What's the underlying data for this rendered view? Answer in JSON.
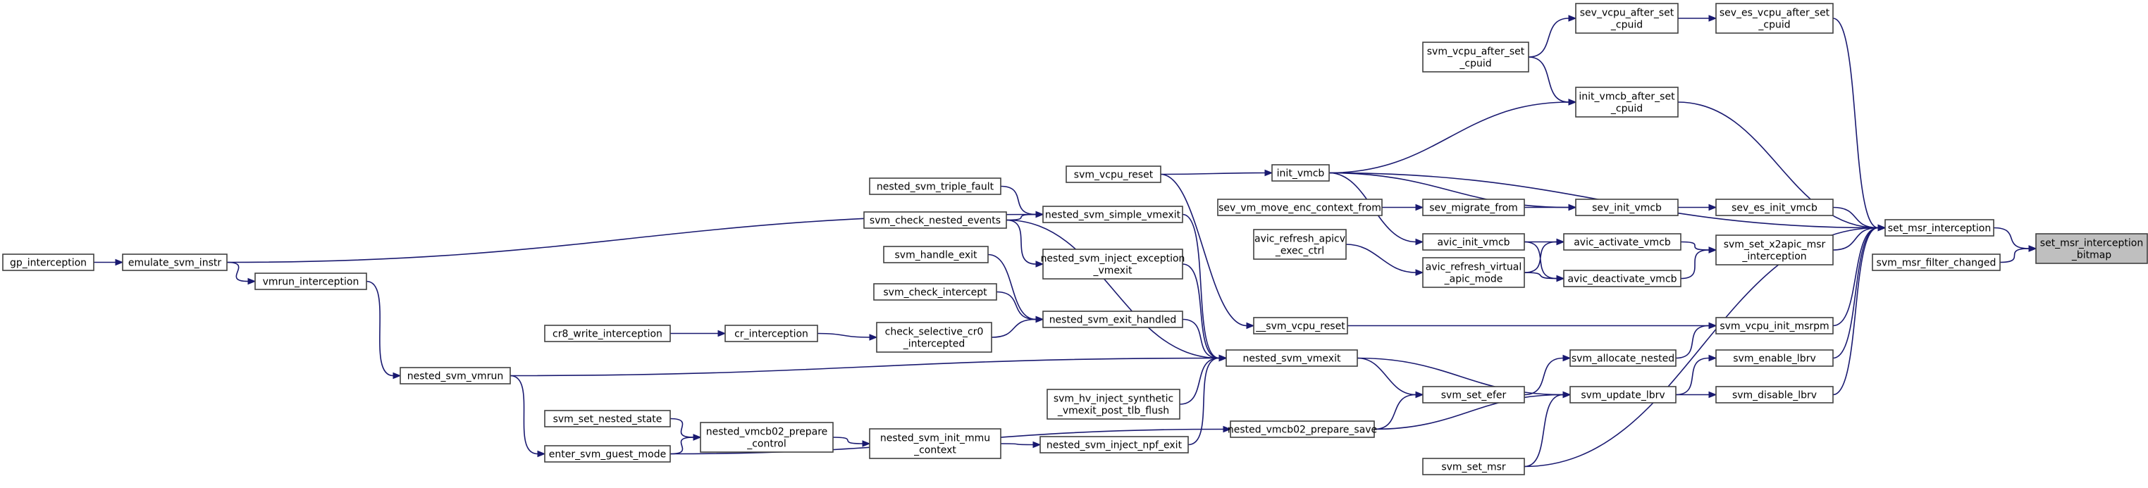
{
  "graph": {
    "root": "set_msr_interception_bitmap",
    "colors": {
      "edge": "#191970",
      "node_border": "#404040",
      "root_fill": "#bfbfbf",
      "node_fill": "#ffffff"
    },
    "nodes": [
      {
        "id": "set_msr_interception_bitmap",
        "lines": [
          "set_msr_interception",
          "_bitmap"
        ]
      },
      {
        "id": "set_msr_interception",
        "lines": [
          "set_msr_interception"
        ]
      },
      {
        "id": "svm_msr_filter_changed",
        "lines": [
          "svm_msr_filter_changed"
        ]
      },
      {
        "id": "sev_es_vcpu_after_set_cpuid",
        "lines": [
          "sev_es_vcpu_after_set",
          "_cpuid"
        ]
      },
      {
        "id": "sev_vcpu_after_set_cpuid",
        "lines": [
          "sev_vcpu_after_set",
          "_cpuid"
        ]
      },
      {
        "id": "svm_vcpu_after_set_cpuid",
        "lines": [
          "svm_vcpu_after_set",
          "_cpuid"
        ]
      },
      {
        "id": "init_vmcb_after_set_cpuid",
        "lines": [
          "init_vmcb_after_set",
          "_cpuid"
        ]
      },
      {
        "id": "svm_vcpu_reset",
        "lines": [
          "svm_vcpu_reset"
        ]
      },
      {
        "id": "init_vmcb",
        "lines": [
          "init_vmcb"
        ]
      },
      {
        "id": "sev_vm_move_enc_context_from",
        "lines": [
          "sev_vm_move_enc_context_from"
        ]
      },
      {
        "id": "sev_migrate_from",
        "lines": [
          "sev_migrate_from"
        ]
      },
      {
        "id": "sev_init_vmcb",
        "lines": [
          "sev_init_vmcb"
        ]
      },
      {
        "id": "sev_es_init_vmcb",
        "lines": [
          "sev_es_init_vmcb"
        ]
      },
      {
        "id": "avic_init_vmcb",
        "lines": [
          "avic_init_vmcb"
        ]
      },
      {
        "id": "avic_activate_vmcb",
        "lines": [
          "avic_activate_vmcb"
        ]
      },
      {
        "id": "avic_deactivate_vmcb",
        "lines": [
          "avic_deactivate_vmcb"
        ]
      },
      {
        "id": "svm_set_x2apic_msr_interception",
        "lines": [
          "svm_set_x2apic_msr",
          "_interception"
        ]
      },
      {
        "id": "avic_refresh_apicv_exec_ctrl",
        "lines": [
          "avic_refresh_apicv",
          "_exec_ctrl"
        ]
      },
      {
        "id": "avic_refresh_virtual_apic_mode",
        "lines": [
          "avic_refresh_virtual",
          "_apic_mode"
        ]
      },
      {
        "id": "__svm_vcpu_reset",
        "lines": [
          "__svm_vcpu_reset"
        ]
      },
      {
        "id": "svm_vcpu_init_msrpm",
        "lines": [
          "svm_vcpu_init_msrpm"
        ]
      },
      {
        "id": "svm_allocate_nested",
        "lines": [
          "svm_allocate_nested"
        ]
      },
      {
        "id": "svm_enable_lbrv",
        "lines": [
          "svm_enable_lbrv"
        ]
      },
      {
        "id": "svm_disable_lbrv",
        "lines": [
          "svm_disable_lbrv"
        ]
      },
      {
        "id": "svm_update_lbrv",
        "lines": [
          "svm_update_lbrv"
        ]
      },
      {
        "id": "svm_set_efer",
        "lines": [
          "svm_set_efer"
        ]
      },
      {
        "id": "nested_vmcb02_prepare_save",
        "lines": [
          "nested_vmcb02_prepare_save"
        ]
      },
      {
        "id": "svm_set_msr",
        "lines": [
          "svm_set_msr"
        ]
      },
      {
        "id": "nested_svm_vmexit",
        "lines": [
          "nested_svm_vmexit"
        ]
      },
      {
        "id": "nested_svm_simple_vmexit",
        "lines": [
          "nested_svm_simple_vmexit"
        ]
      },
      {
        "id": "nested_svm_triple_fault",
        "lines": [
          "nested_svm_triple_fault"
        ]
      },
      {
        "id": "svm_check_nested_events",
        "lines": [
          "svm_check_nested_events"
        ]
      },
      {
        "id": "nested_svm_inject_exception_vmexit",
        "lines": [
          "nested_svm_inject_exception",
          "_vmexit"
        ]
      },
      {
        "id": "svm_handle_exit",
        "lines": [
          "svm_handle_exit"
        ]
      },
      {
        "id": "svm_check_intercept",
        "lines": [
          "svm_check_intercept"
        ]
      },
      {
        "id": "nested_svm_exit_handled",
        "lines": [
          "nested_svm_exit_handled"
        ]
      },
      {
        "id": "check_selective_cr0_intercepted",
        "lines": [
          "check_selective_cr0",
          "_intercepted"
        ]
      },
      {
        "id": "cr_interception",
        "lines": [
          "cr_interception"
        ]
      },
      {
        "id": "cr8_write_interception",
        "lines": [
          "cr8_write_interception"
        ]
      },
      {
        "id": "svm_hv_inject_synthetic_vmexit_post_tlb_flush",
        "lines": [
          "svm_hv_inject_synthetic",
          "_vmexit_post_tlb_flush"
        ]
      },
      {
        "id": "nested_svm_inject_npf_exit",
        "lines": [
          "nested_svm_inject_npf_exit"
        ]
      },
      {
        "id": "nested_svm_init_mmu_context",
        "lines": [
          "nested_svm_init_mmu",
          "_context"
        ]
      },
      {
        "id": "nested_vmcb02_prepare_control",
        "lines": [
          "nested_vmcb02_prepare",
          "_control"
        ]
      },
      {
        "id": "svm_set_nested_state",
        "lines": [
          "svm_set_nested_state"
        ]
      },
      {
        "id": "enter_svm_guest_mode",
        "lines": [
          "enter_svm_guest_mode"
        ]
      },
      {
        "id": "nested_svm_vmrun",
        "lines": [
          "nested_svm_vmrun"
        ]
      },
      {
        "id": "vmrun_interception",
        "lines": [
          "vmrun_interception"
        ]
      },
      {
        "id": "emulate_svm_instr",
        "lines": [
          "emulate_svm_instr"
        ]
      },
      {
        "id": "gp_interception",
        "lines": [
          "gp_interception"
        ]
      }
    ],
    "edges": [
      {
        "from": "set_msr_interception",
        "to": "set_msr_interception_bitmap"
      },
      {
        "from": "svm_msr_filter_changed",
        "to": "set_msr_interception_bitmap"
      },
      {
        "from": "sev_es_vcpu_after_set_cpuid",
        "to": "set_msr_interception"
      },
      {
        "from": "init_vmcb_after_set_cpuid",
        "to": "set_msr_interception"
      },
      {
        "from": "init_vmcb",
        "to": "set_msr_interception"
      },
      {
        "from": "sev_es_init_vmcb",
        "to": "set_msr_interception"
      },
      {
        "from": "svm_set_x2apic_msr_interception",
        "to": "set_msr_interception"
      },
      {
        "from": "svm_vcpu_init_msrpm",
        "to": "set_msr_interception"
      },
      {
        "from": "svm_enable_lbrv",
        "to": "set_msr_interception"
      },
      {
        "from": "svm_disable_lbrv",
        "to": "set_msr_interception"
      },
      {
        "from": "svm_set_msr",
        "to": "set_msr_interception"
      },
      {
        "from": "sev_vcpu_after_set_cpuid",
        "to": "sev_es_vcpu_after_set_cpuid"
      },
      {
        "from": "svm_vcpu_after_set_cpuid",
        "to": "sev_vcpu_after_set_cpuid"
      },
      {
        "from": "svm_vcpu_after_set_cpuid",
        "to": "init_vmcb_after_set_cpuid"
      },
      {
        "from": "init_vmcb",
        "to": "init_vmcb_after_set_cpuid"
      },
      {
        "from": "svm_vcpu_reset",
        "to": "init_vmcb"
      },
      {
        "from": "init_vmcb",
        "to": "sev_init_vmcb"
      },
      {
        "from": "init_vmcb",
        "to": "avic_init_vmcb"
      },
      {
        "from": "sev_vm_move_enc_context_from",
        "to": "sev_migrate_from"
      },
      {
        "from": "sev_migrate_from",
        "to": "sev_init_vmcb"
      },
      {
        "from": "sev_init_vmcb",
        "to": "sev_es_init_vmcb"
      },
      {
        "from": "avic_init_vmcb",
        "to": "avic_activate_vmcb"
      },
      {
        "from": "avic_init_vmcb",
        "to": "avic_deactivate_vmcb"
      },
      {
        "from": "avic_refresh_virtual_apic_mode",
        "to": "avic_activate_vmcb"
      },
      {
        "from": "avic_refresh_virtual_apic_mode",
        "to": "avic_deactivate_vmcb"
      },
      {
        "from": "avic_activate_vmcb",
        "to": "svm_set_x2apic_msr_interception"
      },
      {
        "from": "avic_deactivate_vmcb",
        "to": "svm_set_x2apic_msr_interception"
      },
      {
        "from": "avic_refresh_apicv_exec_ctrl",
        "to": "avic_refresh_virtual_apic_mode"
      },
      {
        "from": "__svm_vcpu_reset",
        "to": "svm_vcpu_init_msrpm"
      },
      {
        "from": "svm_allocate_nested",
        "to": "svm_vcpu_init_msrpm"
      },
      {
        "from": "svm_update_lbrv",
        "to": "svm_enable_lbrv"
      },
      {
        "from": "svm_update_lbrv",
        "to": "svm_disable_lbrv"
      },
      {
        "from": "svm_set_efer",
        "to": "svm_allocate_nested"
      },
      {
        "from": "nested_svm_vmexit",
        "to": "svm_update_lbrv"
      },
      {
        "from": "nested_vmcb02_prepare_save",
        "to": "svm_update_lbrv"
      },
      {
        "from": "svm_set_msr",
        "to": "svm_update_lbrv"
      },
      {
        "from": "nested_svm_vmexit",
        "to": "svm_set_efer"
      },
      {
        "from": "nested_vmcb02_prepare_save",
        "to": "svm_set_efer"
      },
      {
        "from": "svm_vcpu_reset",
        "to": "__svm_vcpu_reset"
      },
      {
        "from": "nested_svm_simple_vmexit",
        "to": "nested_svm_vmexit"
      },
      {
        "from": "nested_svm_inject_exception_vmexit",
        "to": "nested_svm_vmexit"
      },
      {
        "from": "nested_svm_exit_handled",
        "to": "nested_svm_vmexit"
      },
      {
        "from": "svm_hv_inject_synthetic_vmexit_post_tlb_flush",
        "to": "nested_svm_vmexit"
      },
      {
        "from": "nested_svm_inject_npf_exit",
        "to": "nested_svm_vmexit"
      },
      {
        "from": "nested_svm_vmrun",
        "to": "nested_svm_vmexit"
      },
      {
        "from": "svm_check_nested_events",
        "to": "nested_svm_vmexit"
      },
      {
        "from": "nested_svm_triple_fault",
        "to": "nested_svm_simple_vmexit"
      },
      {
        "from": "svm_check_nested_events",
        "to": "nested_svm_simple_vmexit"
      },
      {
        "from": "emulate_svm_instr",
        "to": "nested_svm_simple_vmexit"
      },
      {
        "from": "svm_check_nested_events",
        "to": "nested_svm_inject_exception_vmexit"
      },
      {
        "from": "svm_handle_exit",
        "to": "nested_svm_exit_handled"
      },
      {
        "from": "svm_check_intercept",
        "to": "nested_svm_exit_handled"
      },
      {
        "from": "check_selective_cr0_intercepted",
        "to": "nested_svm_exit_handled"
      },
      {
        "from": "cr_interception",
        "to": "check_selective_cr0_intercepted"
      },
      {
        "from": "cr8_write_interception",
        "to": "cr_interception"
      },
      {
        "from": "nested_svm_init_mmu_context",
        "to": "nested_svm_inject_npf_exit"
      },
      {
        "from": "nested_vmcb02_prepare_control",
        "to": "nested_svm_init_mmu_context"
      },
      {
        "from": "svm_set_nested_state",
        "to": "nested_vmcb02_prepare_control"
      },
      {
        "from": "enter_svm_guest_mode",
        "to": "nested_vmcb02_prepare_control"
      },
      {
        "from": "enter_svm_guest_mode",
        "to": "nested_vmcb02_prepare_save"
      },
      {
        "from": "nested_svm_vmrun",
        "to": "enter_svm_guest_mode"
      },
      {
        "from": "vmrun_interception",
        "to": "nested_svm_vmrun"
      },
      {
        "from": "emulate_svm_instr",
        "to": "vmrun_interception"
      },
      {
        "from": "gp_interception",
        "to": "emulate_svm_instr"
      }
    ]
  }
}
